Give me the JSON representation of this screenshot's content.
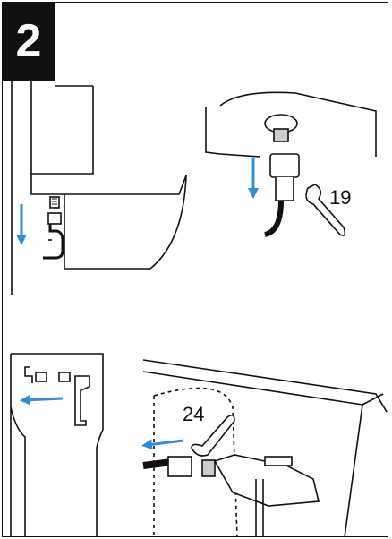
{
  "step": {
    "number": "2"
  },
  "panels": {
    "connector_close_up": {
      "wrench_size": "19"
    },
    "cistern_valve": {
      "wrench_size": "24"
    }
  },
  "colors": {
    "arrow": "#2f8fd6",
    "outline": "#111111",
    "shading": "#9a9a9a"
  },
  "icons": [
    "arrow-down-icon",
    "arrow-left-icon",
    "wrench-icon"
  ]
}
